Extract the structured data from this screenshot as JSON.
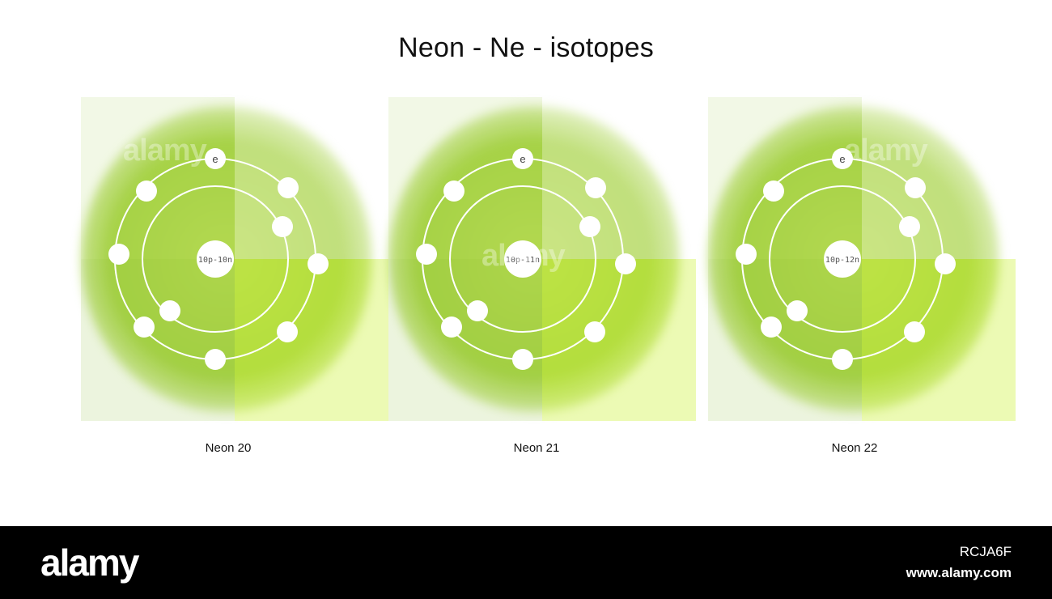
{
  "title": "Neon - Ne - isotopes",
  "electron_symbol": "e",
  "atoms": [
    {
      "nucleus": "10p-10n",
      "label": "Neon 20"
    },
    {
      "nucleus": "10p-11n",
      "label": "Neon 21"
    },
    {
      "nucleus": "10p-12n",
      "label": "Neon 22"
    }
  ],
  "electron_shells": [
    2,
    8
  ],
  "watermark": "alamy",
  "footer": {
    "logo": "alamy",
    "image_id": "RCJA6F",
    "url": "www.alamy.com"
  },
  "colors": {
    "glow": "#a9d44a",
    "footer_bg": "#000000"
  }
}
